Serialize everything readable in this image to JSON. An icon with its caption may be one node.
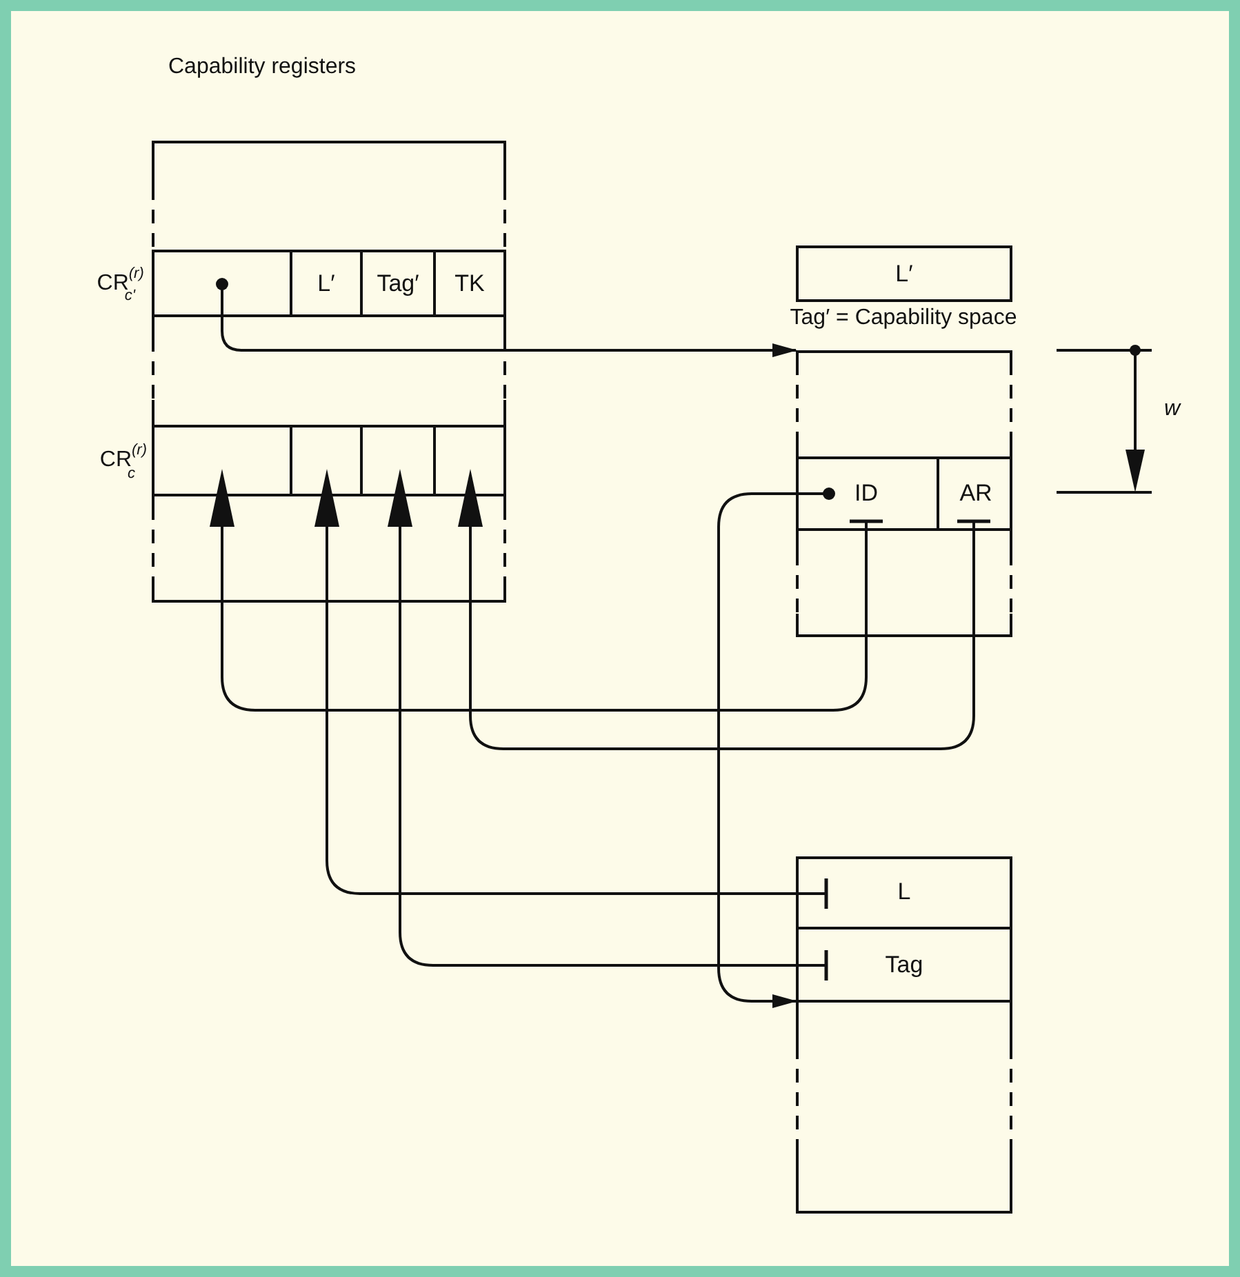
{
  "diagram": {
    "nodes": [
      {
        "text": [
          "Capability registers"
        ]
      },
      {
        "text": [],
        "shape": "box",
        "in": 0,
        "beside": [
          "CR$^{(r)}$$_{c'}$"
        ]
      },
      {
        "text": [],
        "shape": "box",
        "in": 1
      },
      {
        "text": [
          "L′"
        ],
        "in": 1
      },
      {
        "text": [
          "Tag′"
        ],
        "in": 1
      },
      {
        "text": [
          "TK"
        ],
        "in": 1
      },
      {
        "text": [],
        "shape": "box",
        "in": 0,
        "beside": [
          "CR$^{(r)}$$_{c}$"
        ]
      },
      {
        "text": [],
        "shape": "box",
        "in": 6
      },
      {
        "text": [],
        "shape": "box",
        "in": 6
      },
      {
        "text": [],
        "shape": "box",
        "in": 6
      },
      {
        "text": [],
        "shape": "box",
        "in": 6
      },
      {
        "text": [
          "L′"
        ]
      },
      {
        "text": [
          "Tag′ = Capability space"
        ]
      },
      {
        "text": [
          "ID"
        ],
        "in": 12
      },
      {
        "text": [
          "AR"
        ],
        "in": 12
      },
      {
        "text": [],
        "shape": "box"
      },
      {
        "text": [
          "L"
        ],
        "in": 15
      },
      {
        "text": [
          "Tag"
        ],
        "in": 15
      }
    ],
    "edges": [
      {
        "from": 2,
        "to": 12,
        "arrow": "to"
      },
      {
        "from": 13,
        "to": 7,
        "arrow": "to"
      },
      {
        "from": 14,
        "to": 10,
        "arrow": "to"
      },
      {
        "from": 16,
        "to": 8,
        "arrow": "to"
      },
      {
        "from": 17,
        "to": 9,
        "arrow": "to"
      },
      {
        "from": 13,
        "to": 15,
        "arrow": "to"
      }
    ],
    "labels": [
      "w"
    ]
  }
}
